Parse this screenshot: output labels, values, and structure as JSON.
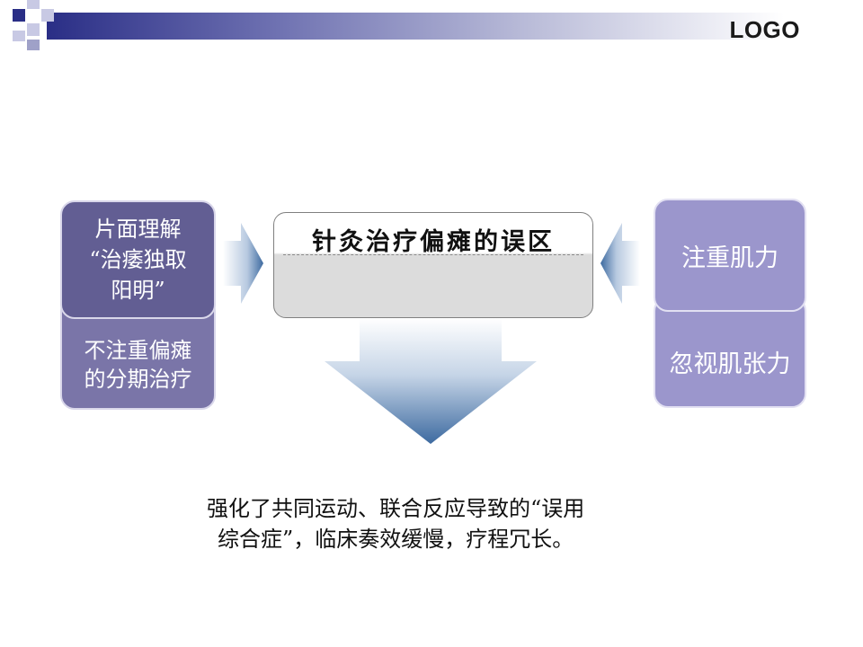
{
  "header": {
    "logo": "LOGO"
  },
  "center": {
    "title": "针灸治疗偏瘫的误区"
  },
  "left": {
    "front_lines": [
      "片面理解",
      "“治痿独取",
      "阳明”"
    ],
    "back_lines": [
      "不注重偏瘫",
      "的分期治疗"
    ]
  },
  "right": {
    "front": "注重肌力",
    "back": "忽视肌张力"
  },
  "bottom": {
    "lines": [
      "强化了共同运动、联合反应导致的“误用",
      "综合症”，临床奏效缓慢，疗程冗长。"
    ]
  },
  "colors": {
    "left_front": "#625e93",
    "left_back": "#7a75a8",
    "right": "#9b96cc",
    "arrow": "#3d6aa0"
  }
}
